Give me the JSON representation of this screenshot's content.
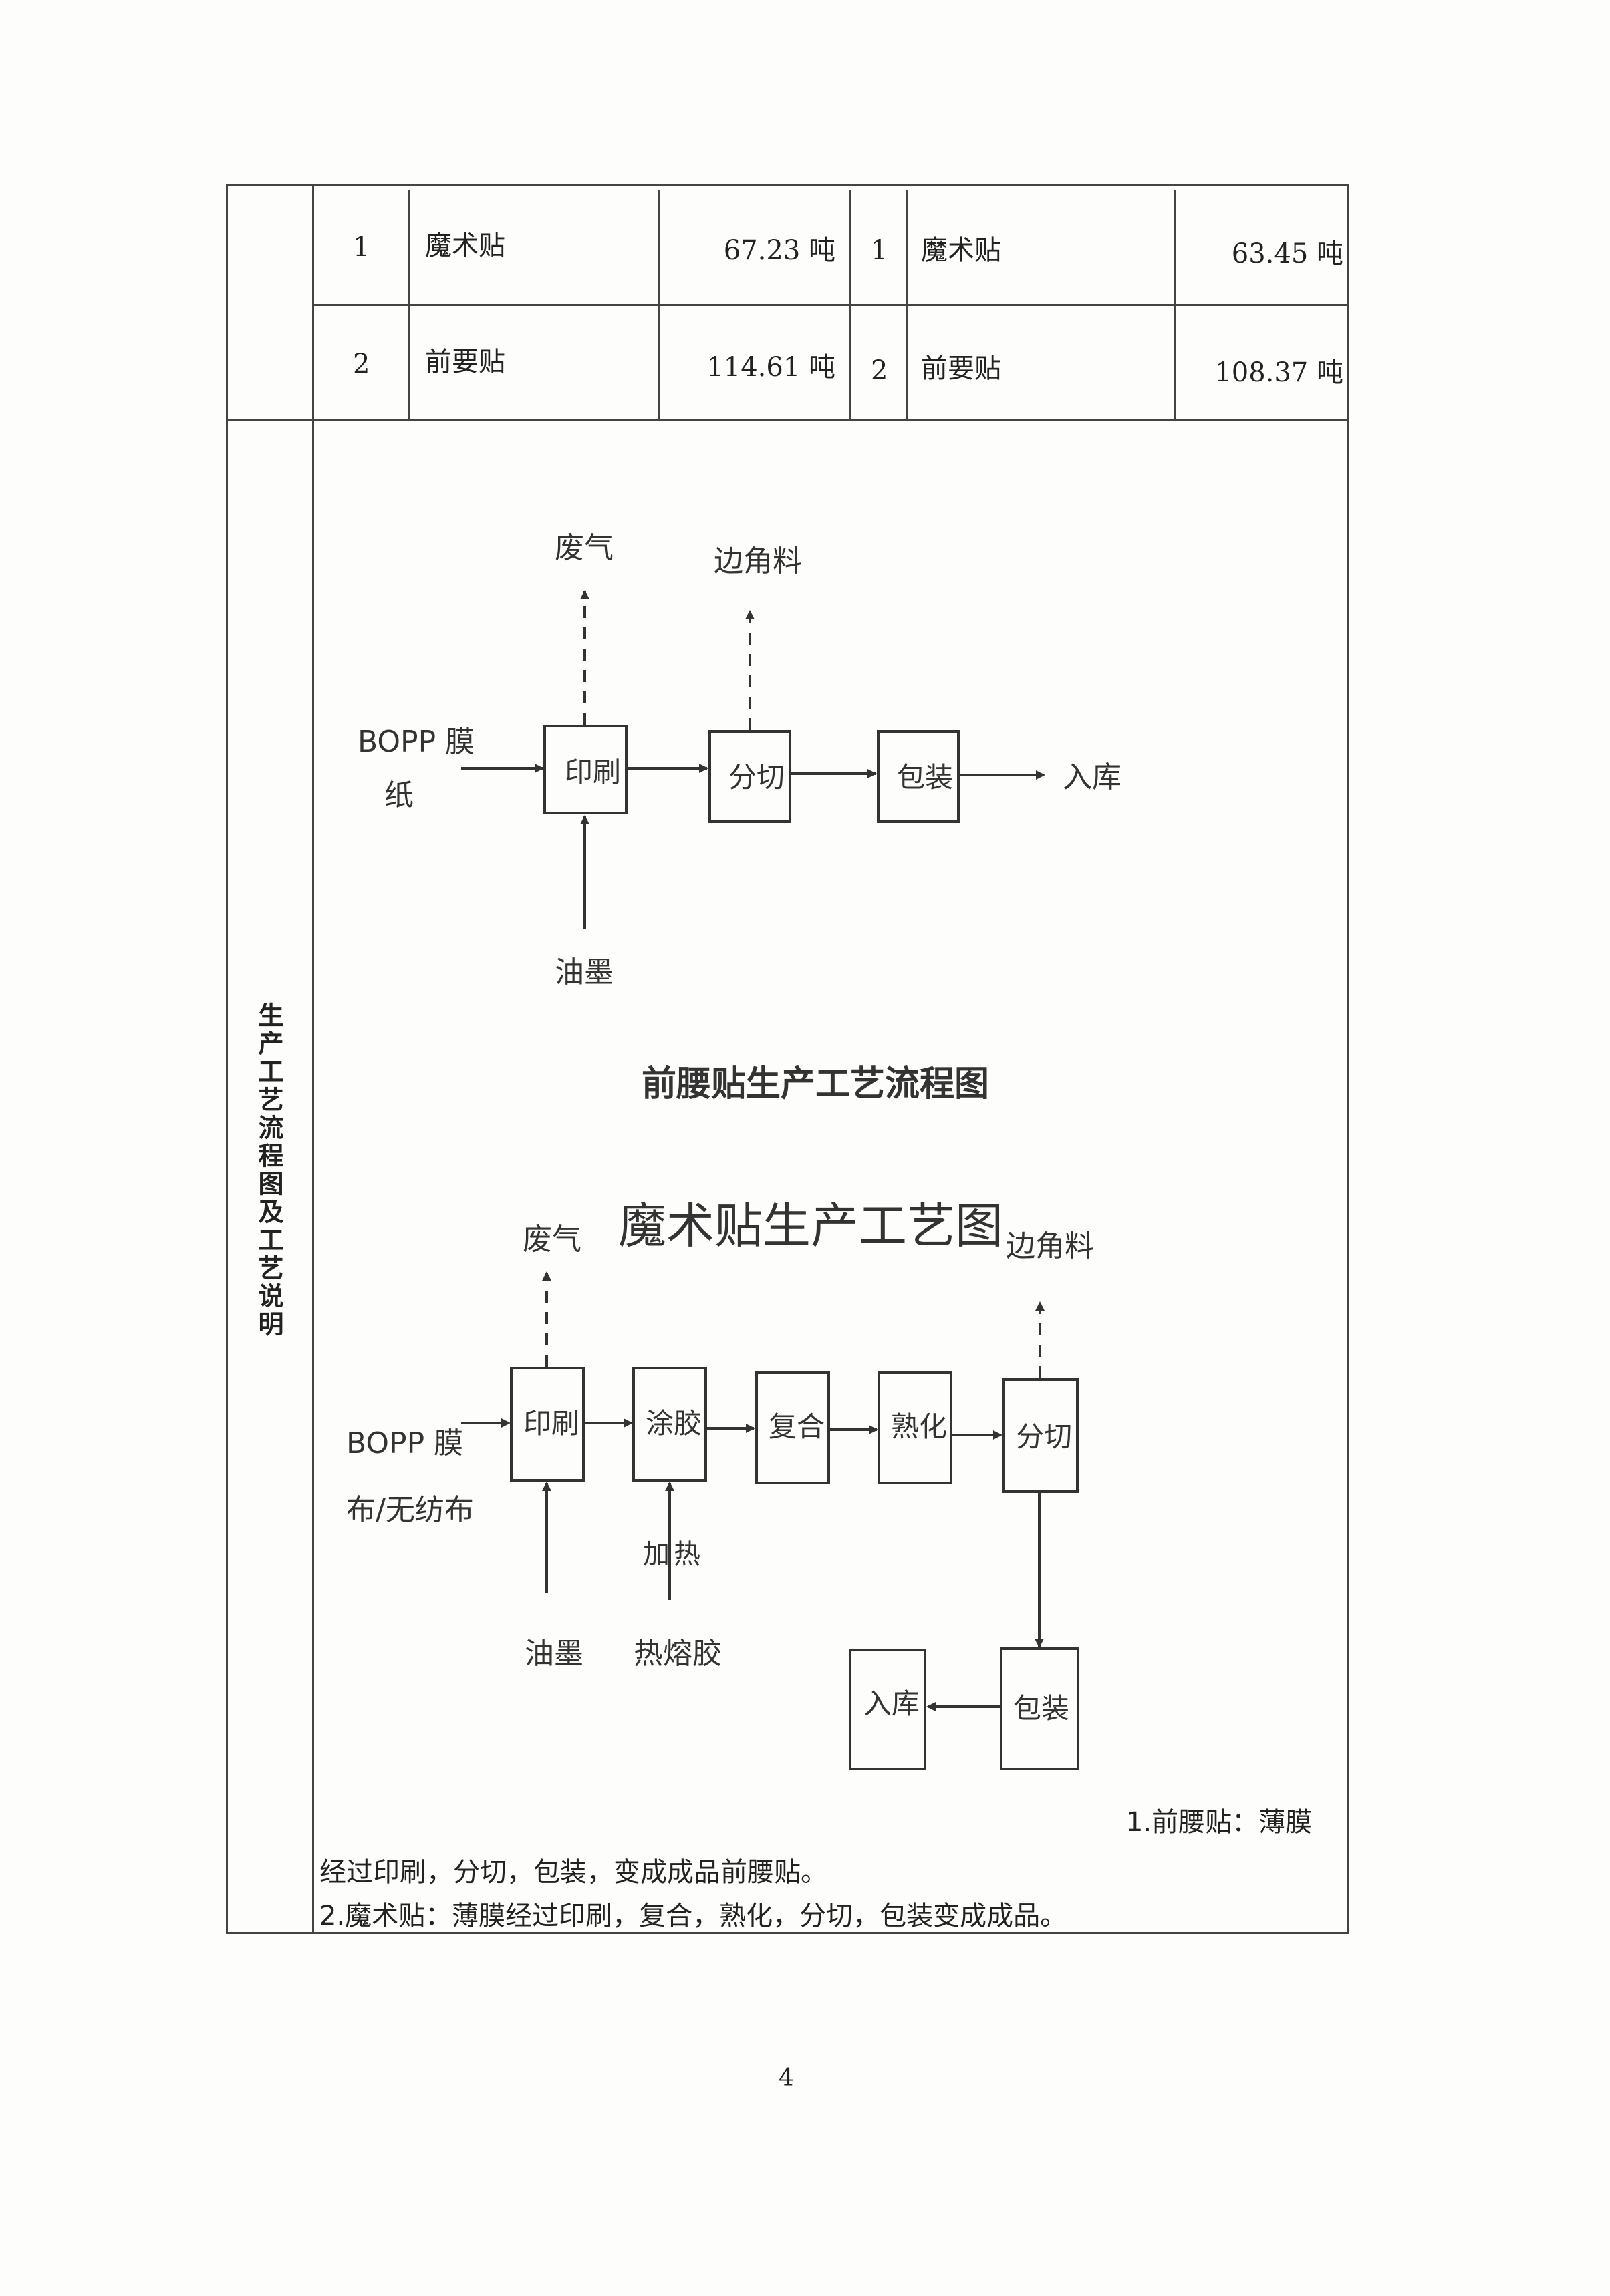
{
  "table": {
    "rows": [
      {
        "no_a": "1",
        "name_a": "魔术贴",
        "qty_a": "67.23 吨",
        "no_b": "1",
        "name_b": "魔术贴",
        "qty_b": "63.45 吨"
      },
      {
        "no_a": "2",
        "name_a": "前要贴",
        "qty_a": "114.61 吨",
        "no_b": "2",
        "name_b": "前要贴",
        "qty_b": "108.37 吨"
      }
    ]
  },
  "section_label": "生产工艺流程图及工艺说明",
  "diagram1": {
    "title": "前腰贴生产工艺流程图",
    "input": [
      "BOPP 膜",
      "纸"
    ],
    "steps": [
      "印刷",
      "分切",
      "包装"
    ],
    "output": "入库",
    "emission": "废气",
    "scrap": "边角料",
    "ink": "油墨"
  },
  "diagram2": {
    "title": "魔术贴生产工艺图",
    "input": [
      "BOPP 膜",
      "布/无纺布"
    ],
    "steps": [
      "印刷",
      "涂胶",
      "复合",
      "熟化",
      "分切",
      "包装"
    ],
    "output": "入库",
    "emission": "废气",
    "scrap": "边角料",
    "ink": "油墨",
    "heat": [
      "加",
      "热"
    ],
    "glue": "热熔胶"
  },
  "notes": {
    "line1": "1.前腰贴：薄膜",
    "line2": "经过印刷，分切，包装，变成成品前腰贴。",
    "line3": "2.魔术贴：薄膜经过印刷，复合，熟化，分切，包装变成成品。"
  },
  "page_number": "4"
}
